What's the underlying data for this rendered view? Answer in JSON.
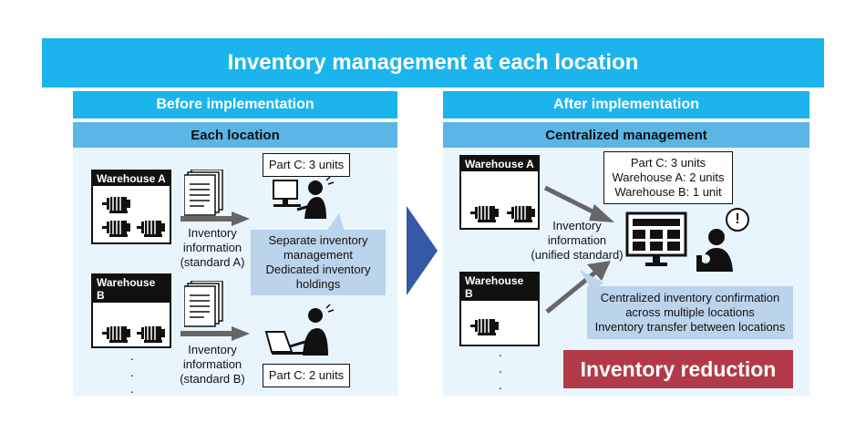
{
  "title": "Inventory management at each location",
  "before": {
    "header": "Before implementation",
    "subheader": "Each location",
    "warehouse_a": "Warehouse A",
    "warehouse_b": "Warehouse B",
    "info_a": [
      "Inventory",
      "information",
      "(standard A)"
    ],
    "info_b": [
      "Inventory",
      "information",
      "(standard B)"
    ],
    "callout_top": "Part C: 3 units",
    "callout_bottom": "Part C: 2 units",
    "bubble": [
      "Separate inventory",
      "management",
      "Dedicated inventory",
      "holdings"
    ],
    "dots": "·\n·\n·"
  },
  "after": {
    "header": "After implementation",
    "subheader": "Centralized management",
    "warehouse_a": "Warehouse A",
    "warehouse_b": "Warehouse B",
    "info": [
      "Inventory",
      "information",
      "(unified standard)"
    ],
    "callout": [
      "Part C: 3 units",
      "Warehouse A: 2 units",
      "Warehouse B: 1 unit"
    ],
    "bubble": [
      "Centralized inventory confirmation",
      "across multiple locations",
      "Inventory transfer between locations"
    ],
    "result": "Inventory reduction",
    "alert_mark": "!",
    "dots": "·\n·\n·"
  },
  "colors": {
    "banner": "#1cb4ec",
    "subheader": "#5bb6e6",
    "panel": "#e8f5fd",
    "arrow": "#3559a6",
    "result": "#b23a48",
    "bubble": "#bcd3ec"
  },
  "icons": [
    "motor-icon",
    "document-stack-icon",
    "person-at-computer-icon",
    "monitor-icon",
    "person-thinking-icon",
    "exclamation-icon",
    "arrow-right-icon"
  ]
}
